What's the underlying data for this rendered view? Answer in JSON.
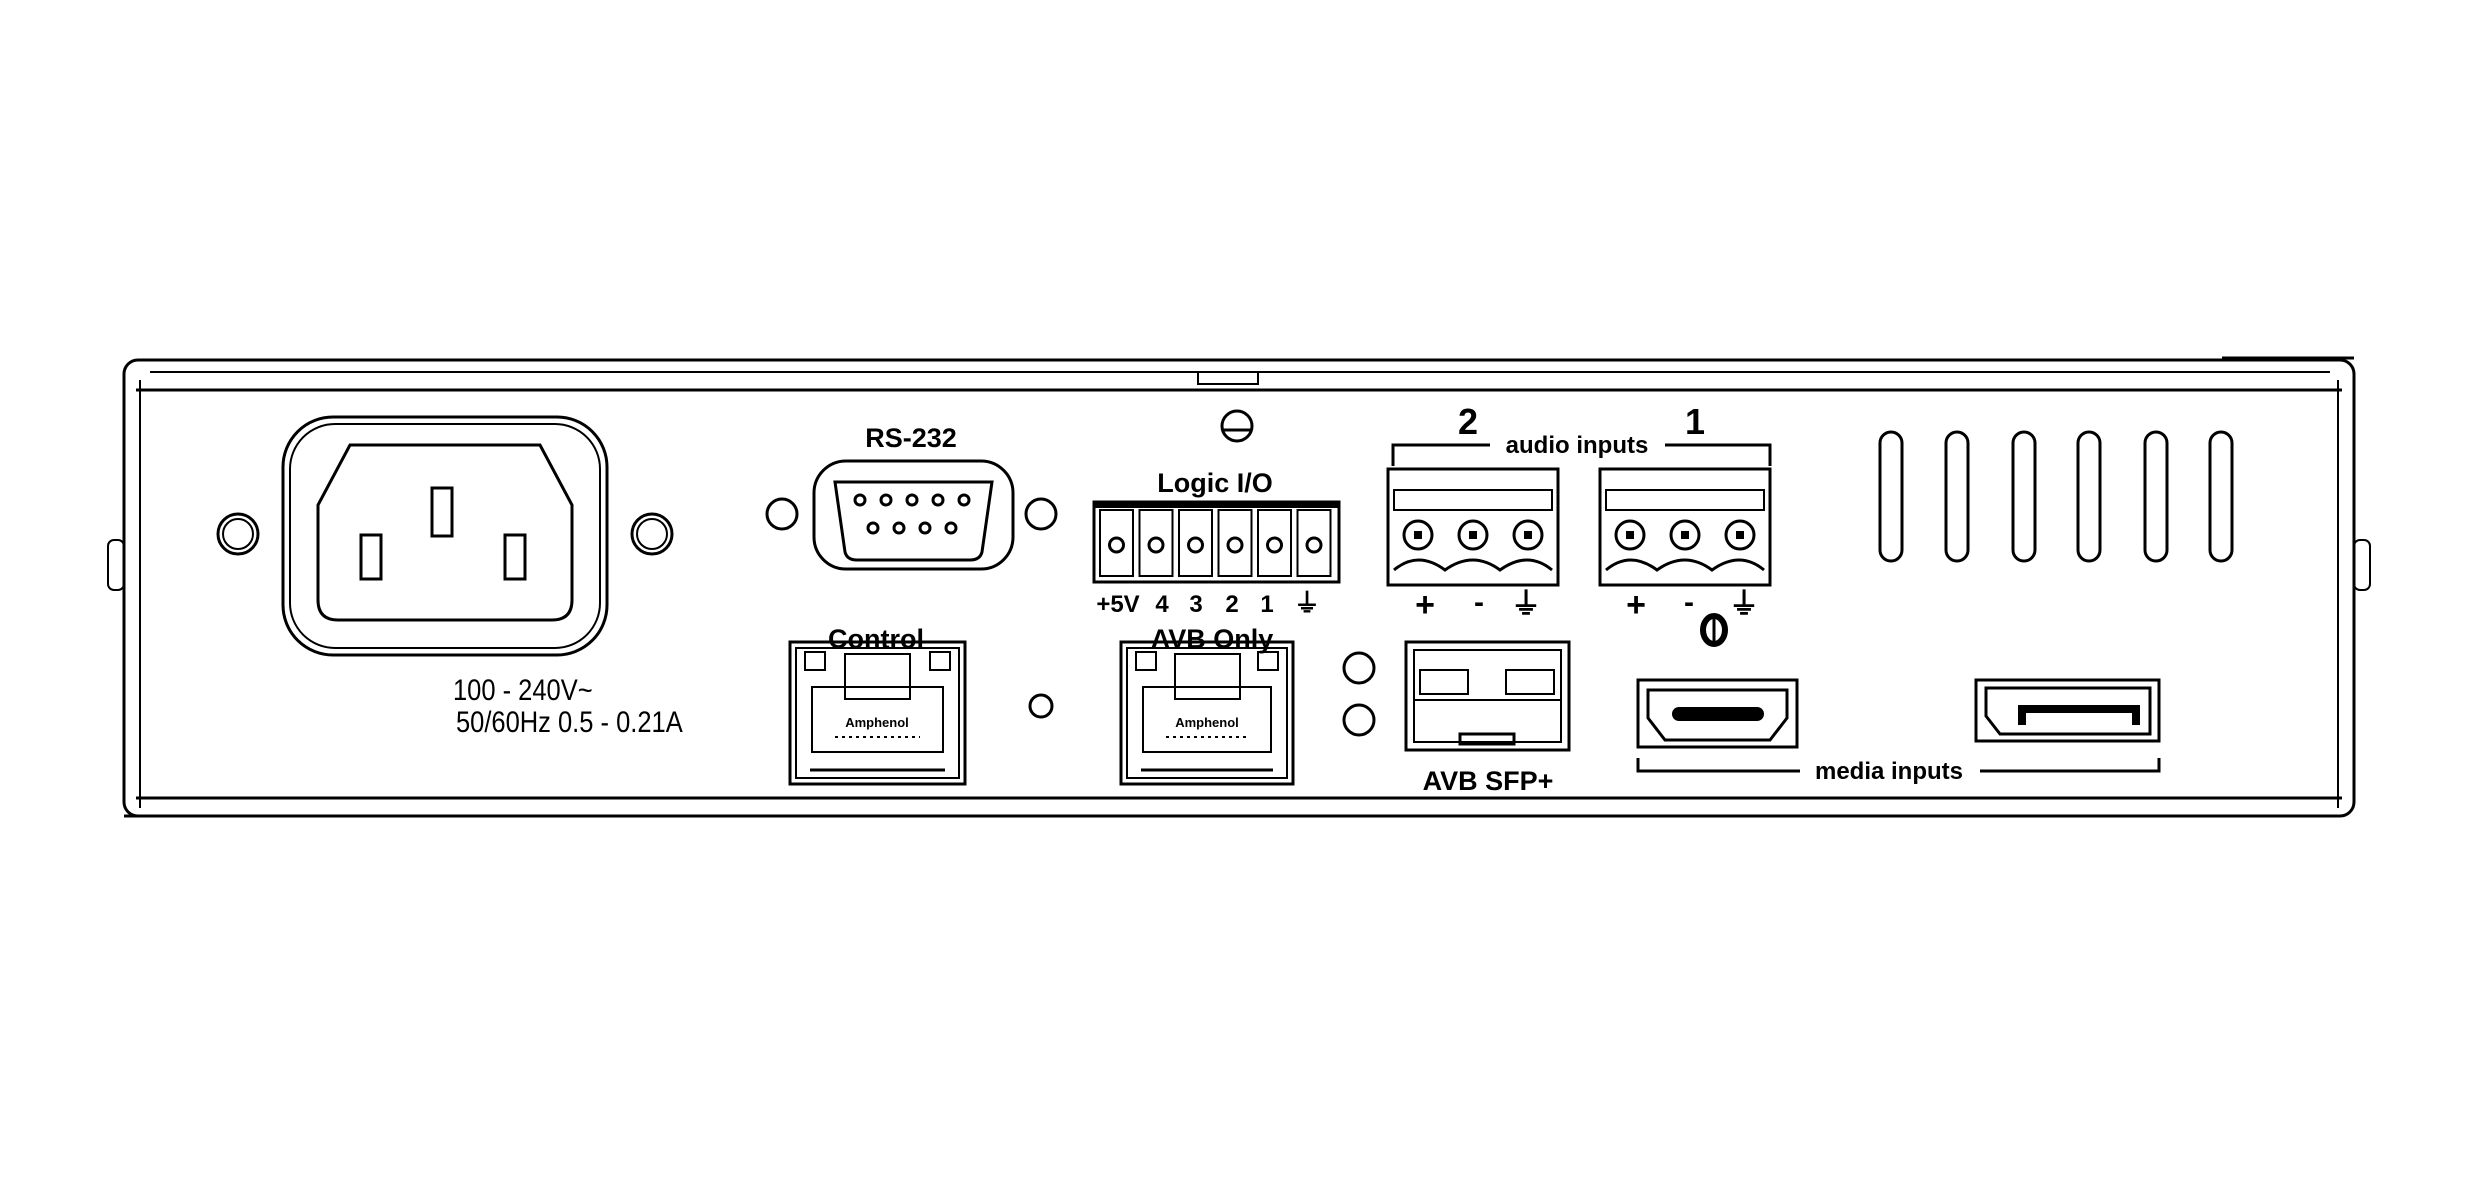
{
  "power": {
    "line1": "100 - 240V~",
    "line2": "50/60Hz  0.5 - 0.21A"
  },
  "rs232": {
    "label": "RS-232"
  },
  "logic_io": {
    "label": "Logic I/O",
    "pins": [
      "+5V",
      "4",
      "3",
      "2",
      "1",
      "⏚"
    ]
  },
  "control": {
    "label": "Control",
    "jack_brand": "Amphenol"
  },
  "avb_only": {
    "label": "AVB Only",
    "jack_brand": "Amphenol"
  },
  "sfp": {
    "label": "AVB SFP+"
  },
  "audio_inputs": {
    "label": "audio inputs",
    "channels": [
      {
        "number": "2",
        "pins": [
          "+",
          "-",
          "⏚"
        ]
      },
      {
        "number": "1",
        "pins": [
          "+",
          "-",
          "⏚"
        ]
      }
    ]
  },
  "media_inputs": {
    "label": "media inputs"
  }
}
